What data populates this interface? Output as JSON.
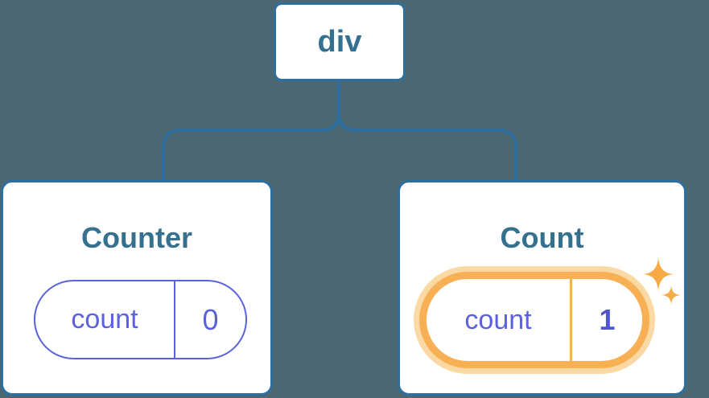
{
  "diagram": {
    "root_label": "div",
    "children": [
      {
        "title": "Counter",
        "state_key": "count",
        "state_value": "0",
        "highlighted": false
      },
      {
        "title": "Count",
        "state_key": "count",
        "state_value": "1",
        "highlighted": true,
        "highlight_icon": "sparkles-icon"
      }
    ]
  },
  "colors": {
    "background": "#4b6771",
    "connector": "#2d6f9e",
    "node-fill": "#ffffff",
    "title-text": "#35708f",
    "purple": "#5c62dd",
    "value-bold": "#5156cc",
    "orange": "#f8b055",
    "orange-halo": "#fbd9a4",
    "sparkle": "#f6ab44"
  }
}
